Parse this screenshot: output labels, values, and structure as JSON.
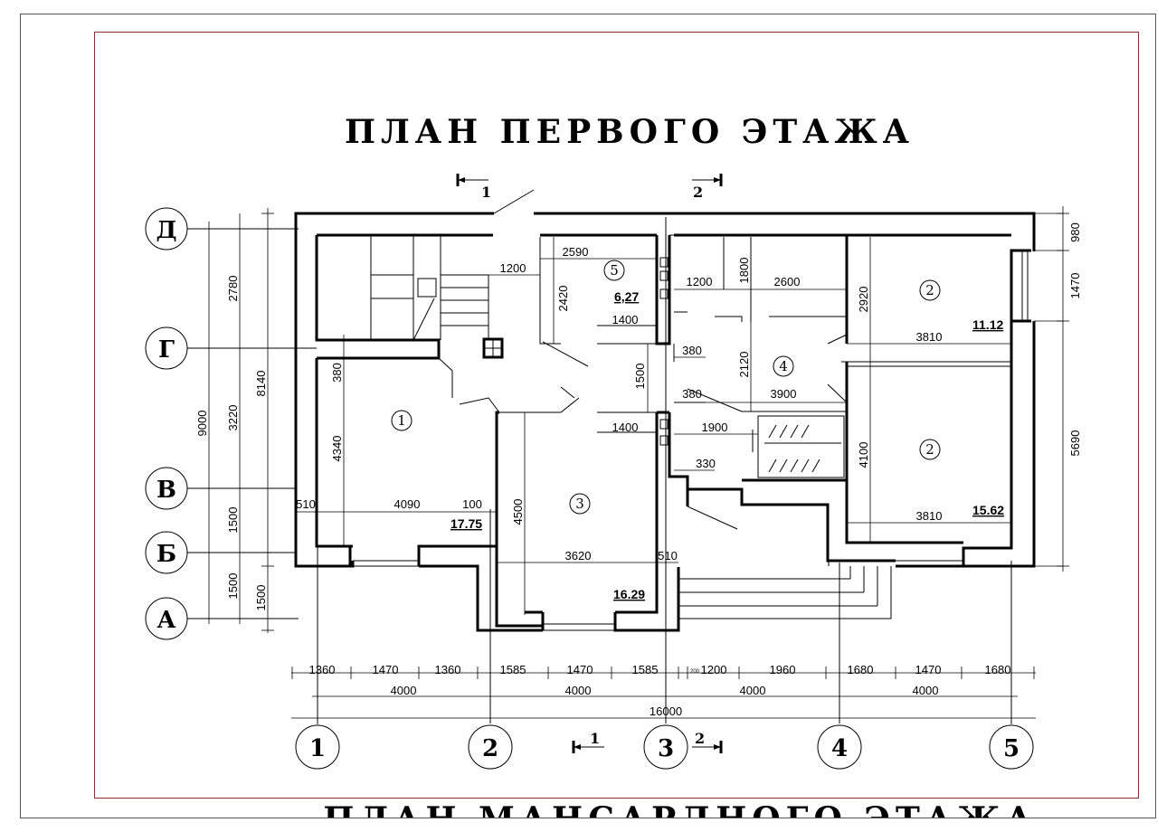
{
  "title": "ПЛАН ПЕРВОГО ЭТАЖА",
  "next_title": "ПЛАН МАНСАРДНОГО ЭТАЖА",
  "row_axes": [
    "Д",
    "Г",
    "В",
    "Б",
    "А"
  ],
  "col_axes": [
    "1",
    "2",
    "3",
    "4",
    "5"
  ],
  "section_marks": [
    "1",
    "2"
  ],
  "rooms": [
    {
      "num": "1",
      "area": "17.75"
    },
    {
      "num": "2",
      "area": "11.12"
    },
    {
      "num": "2",
      "area": "15.62"
    },
    {
      "num": "3",
      "area": "16.29"
    },
    {
      "num": "4",
      "area": ""
    },
    {
      "num": "5",
      "area": "6,27"
    }
  ],
  "dims": {
    "bottom_row1": [
      "1360",
      "1470",
      "1360",
      "1585",
      "1470",
      "1585",
      "200",
      "1200",
      "1960",
      "1680",
      "1470",
      "1680"
    ],
    "bottom_row2": [
      "4000",
      "4000",
      "4000",
      "4000"
    ],
    "bottom_total": "16000",
    "left_col1": [
      "2780",
      "3220",
      "1500",
      "1500"
    ],
    "left_8140": "8140",
    "left_9000": "9000",
    "left_1500b": "1500",
    "right_col": [
      "980",
      "1470",
      "5690"
    ],
    "interior": {
      "d2590": "2590",
      "d1200a": "1200",
      "d2420": "2420",
      "d1400a": "1400",
      "d1400b": "1400",
      "d1500": "1500",
      "d380a": "380",
      "d380b": "380",
      "d380c": "380",
      "d1200b": "1200",
      "d1800": "1800",
      "d2600": "2600",
      "d2920": "2920",
      "d3810a": "3810",
      "d3810b": "3810",
      "d2120": "2120",
      "d3900": "3900",
      "d1900": "1900",
      "d330": "330",
      "d4100": "4100",
      "d4340": "4340",
      "d4090": "4090",
      "d100": "100",
      "d510a": "510",
      "d510b": "510",
      "d4500": "4500",
      "d3620": "3620"
    }
  }
}
